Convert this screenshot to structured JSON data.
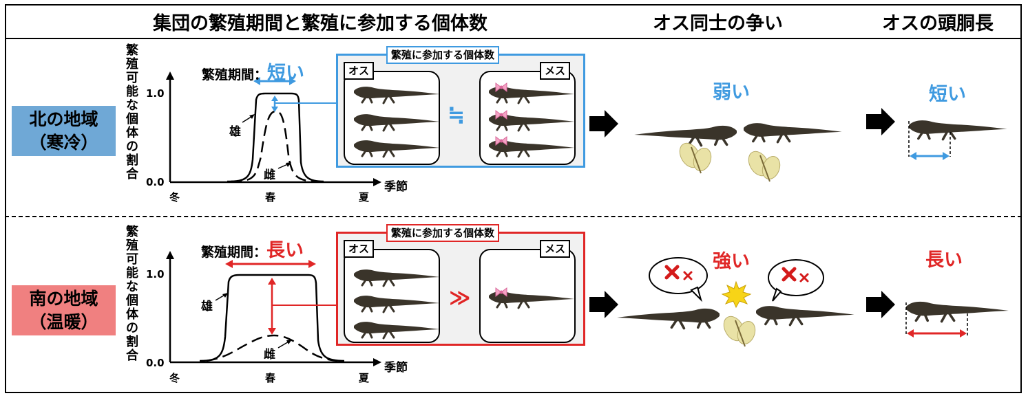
{
  "headers": {
    "col1": "集団の繁殖期間と繁殖に参加する個体数",
    "col2": "オス同士の争い",
    "col3": "オスの頭胴長"
  },
  "north": {
    "region_name": "北の地域",
    "region_sub": "（寒冷）",
    "region_color": "#6fa8d6",
    "y_axis_label": "繁殖可能な個体の割合",
    "y_tick_high": "1.0",
    "y_tick_low": "0.0",
    "x_axis_label": "季節",
    "seasons": [
      "冬",
      "春",
      "夏"
    ],
    "period_label": "繁殖期間：",
    "period_value": "短い",
    "male_curve_label": "雄",
    "female_curve_label": "雌",
    "box_title": "繁殖に参加する個体数",
    "male_label": "オス",
    "female_label": "メス",
    "male_count": 3,
    "female_count": 3,
    "comparison": "≒",
    "fight_value": "弱い",
    "length_value": "短い",
    "accent_color": "#3f9ae0"
  },
  "south": {
    "region_name": "南の地域",
    "region_sub": "（温暖）",
    "region_color": "#f08080",
    "y_axis_label": "繁殖可能な個体の割合",
    "y_tick_high": "1.0",
    "y_tick_low": "0.0",
    "x_axis_label": "季節",
    "seasons": [
      "冬",
      "春",
      "夏"
    ],
    "period_label": "繁殖期間：",
    "period_value": "長い",
    "male_curve_label": "雄",
    "female_curve_label": "雌",
    "box_title": "繁殖に参加する個体数",
    "male_label": "オス",
    "female_label": "メス",
    "male_count": 3,
    "female_count": 1,
    "comparison": "≫",
    "fight_value": "強い",
    "length_value": "長い",
    "accent_color": "#e02626"
  },
  "icons": [
    "salamander-icon",
    "ribbon-icon",
    "anger-icon",
    "clash-icon",
    "spermatophore-icon",
    "right-arrow-icon"
  ]
}
